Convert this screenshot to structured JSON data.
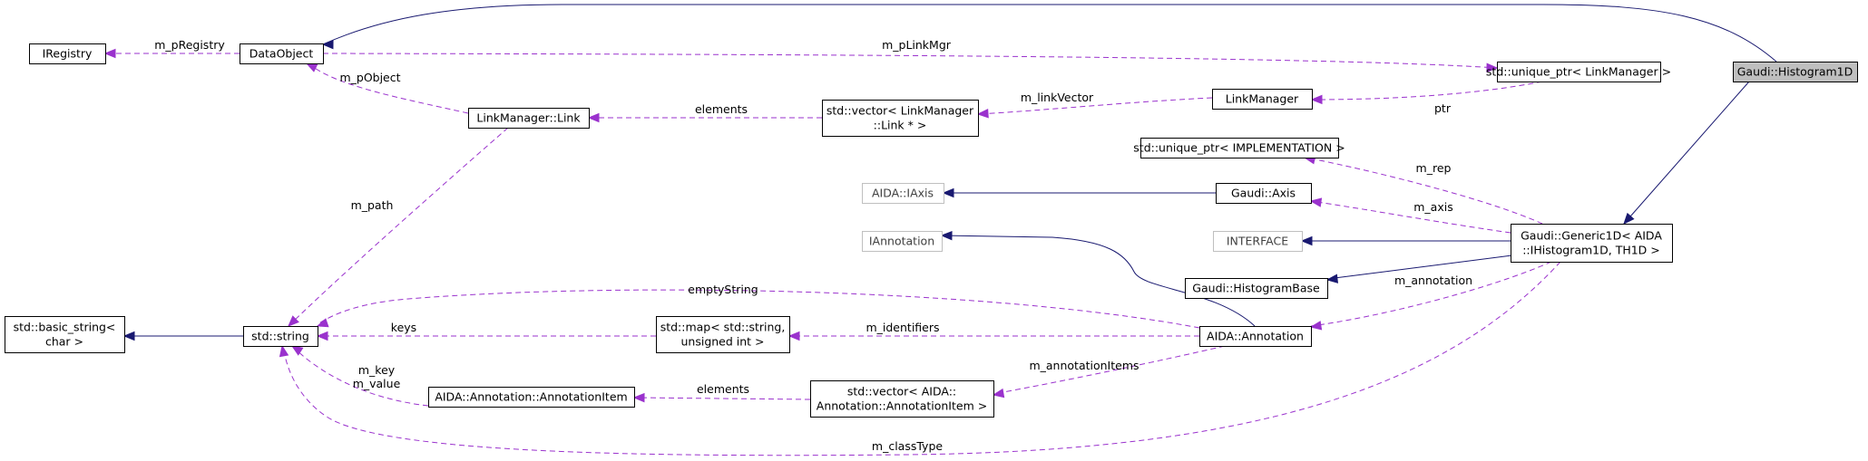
{
  "diagram": {
    "colors": {
      "inheritance": "#191970",
      "usage": "#9a32cd",
      "node_border": "#000000",
      "node_border_external": "#bfbfbf",
      "highlight_fill": "#bfbfbf"
    },
    "nodes": [
      {
        "id": "histogram1d",
        "lines": [
          "Gaudi::Histogram1D"
        ],
        "style": "highlight"
      },
      {
        "id": "dataobject",
        "lines": [
          "DataObject"
        ],
        "style": "normal"
      },
      {
        "id": "iregistry",
        "lines": [
          "IRegistry"
        ],
        "style": "normal"
      },
      {
        "id": "uniqueptr-linkmanager",
        "lines": [
          "std::unique_ptr< LinkManager >"
        ],
        "style": "normal"
      },
      {
        "id": "linkmanager",
        "lines": [
          "LinkManager"
        ],
        "style": "normal"
      },
      {
        "id": "vector-link",
        "lines": [
          "std::vector< LinkManager",
          "::Link * >"
        ],
        "style": "normal"
      },
      {
        "id": "linkmanager-link",
        "lines": [
          "LinkManager::Link"
        ],
        "style": "normal"
      },
      {
        "id": "uniqueptr-impl",
        "lines": [
          "std::unique_ptr< IMPLEMENTATION >"
        ],
        "style": "normal"
      },
      {
        "id": "aida-iaxis",
        "lines": [
          "AIDA::IAxis"
        ],
        "style": "external"
      },
      {
        "id": "gaudi-axis",
        "lines": [
          "Gaudi::Axis"
        ],
        "style": "normal"
      },
      {
        "id": "iannotation",
        "lines": [
          "IAnnotation"
        ],
        "style": "external"
      },
      {
        "id": "generic1d",
        "lines": [
          "Gaudi::Generic1D< AIDA",
          "::IHistogram1D, TH1D >"
        ],
        "style": "normal"
      },
      {
        "id": "interface",
        "lines": [
          "INTERFACE"
        ],
        "style": "external"
      },
      {
        "id": "histogrambase",
        "lines": [
          "Gaudi::HistogramBase"
        ],
        "style": "normal"
      },
      {
        "id": "basic-string",
        "lines": [
          "std::basic_string<",
          "char >"
        ],
        "style": "normal"
      },
      {
        "id": "std-string",
        "lines": [
          "std::string"
        ],
        "style": "normal"
      },
      {
        "id": "map",
        "lines": [
          "std::map< std::string,",
          "unsigned int >"
        ],
        "style": "normal"
      },
      {
        "id": "aida-annotation",
        "lines": [
          "AIDA::Annotation"
        ],
        "style": "normal"
      },
      {
        "id": "annotation-item",
        "lines": [
          "AIDA::Annotation::AnnotationItem"
        ],
        "style": "normal"
      },
      {
        "id": "vector-annotation-item",
        "lines": [
          "std::vector< AIDA::",
          "Annotation::AnnotationItem >"
        ],
        "style": "normal"
      }
    ],
    "edges": [
      {
        "id": "e-inh-dataobject",
        "from": "histogram1d",
        "to": "dataobject",
        "kind": "inheritance",
        "label": ""
      },
      {
        "id": "e-inh-generic1d",
        "from": "histogram1d",
        "to": "generic1d",
        "kind": "inheritance",
        "label": ""
      },
      {
        "id": "e-registry",
        "from": "dataobject",
        "to": "iregistry",
        "kind": "usage",
        "label": "m_pRegistry"
      },
      {
        "id": "e-plinkmgr",
        "from": "dataobject",
        "to": "uniqueptr-linkmanager",
        "kind": "usage",
        "label": "m_pLinkMgr"
      },
      {
        "id": "e-ptr",
        "from": "uniqueptr-linkmanager",
        "to": "linkmanager",
        "kind": "usage",
        "label": "ptr"
      },
      {
        "id": "e-linkvector",
        "from": "linkmanager",
        "to": "vector-link",
        "kind": "usage",
        "label": "m_linkVector"
      },
      {
        "id": "e-elements-link",
        "from": "vector-link",
        "to": "linkmanager-link",
        "kind": "usage",
        "label": "elements"
      },
      {
        "id": "e-pobject",
        "from": "linkmanager-link",
        "to": "dataobject",
        "kind": "usage",
        "label": "m_pObject"
      },
      {
        "id": "e-path",
        "from": "linkmanager-link",
        "to": "std-string",
        "kind": "usage",
        "label": "m_path"
      },
      {
        "id": "e-rep",
        "from": "generic1d",
        "to": "uniqueptr-impl",
        "kind": "usage",
        "label": "m_rep"
      },
      {
        "id": "e-inh-iaxis",
        "from": "gaudi-axis",
        "to": "aida-iaxis",
        "kind": "inheritance",
        "label": ""
      },
      {
        "id": "e-axis",
        "from": "generic1d",
        "to": "gaudi-axis",
        "kind": "usage",
        "label": "m_axis"
      },
      {
        "id": "e-inh-interface",
        "from": "generic1d",
        "to": "interface",
        "kind": "inheritance",
        "label": ""
      },
      {
        "id": "e-inh-histbase",
        "from": "generic1d",
        "to": "histogrambase",
        "kind": "inheritance",
        "label": ""
      },
      {
        "id": "e-annotation",
        "from": "generic1d",
        "to": "aida-annotation",
        "kind": "usage",
        "label": "m_annotation"
      },
      {
        "id": "e-inh-iannotation",
        "from": "aida-annotation",
        "to": "iannotation",
        "kind": "inheritance",
        "label": ""
      },
      {
        "id": "e-emptystring",
        "from": "aida-annotation",
        "to": "std-string",
        "kind": "usage",
        "label": "emptyString"
      },
      {
        "id": "e-identifiers",
        "from": "aida-annotation",
        "to": "map",
        "kind": "usage",
        "label": "m_identifiers"
      },
      {
        "id": "e-keys",
        "from": "map",
        "to": "std-string",
        "kind": "usage",
        "label": "keys"
      },
      {
        "id": "e-annotationitems",
        "from": "aida-annotation",
        "to": "vector-annotation-item",
        "kind": "usage",
        "label": "m_annotationItems"
      },
      {
        "id": "e-elements-item",
        "from": "vector-annotation-item",
        "to": "annotation-item",
        "kind": "usage",
        "label": "elements"
      },
      {
        "id": "e-keyvalue",
        "from": "annotation-item",
        "to": "std-string",
        "kind": "usage",
        "label_lines": [
          "m_key",
          "m_value"
        ]
      },
      {
        "id": "e-classtype",
        "from": "generic1d",
        "to": "std-string",
        "kind": "usage",
        "label": "m_classType"
      },
      {
        "id": "e-inh-basicstring",
        "from": "std-string",
        "to": "basic-string",
        "kind": "inheritance",
        "label": ""
      }
    ]
  }
}
